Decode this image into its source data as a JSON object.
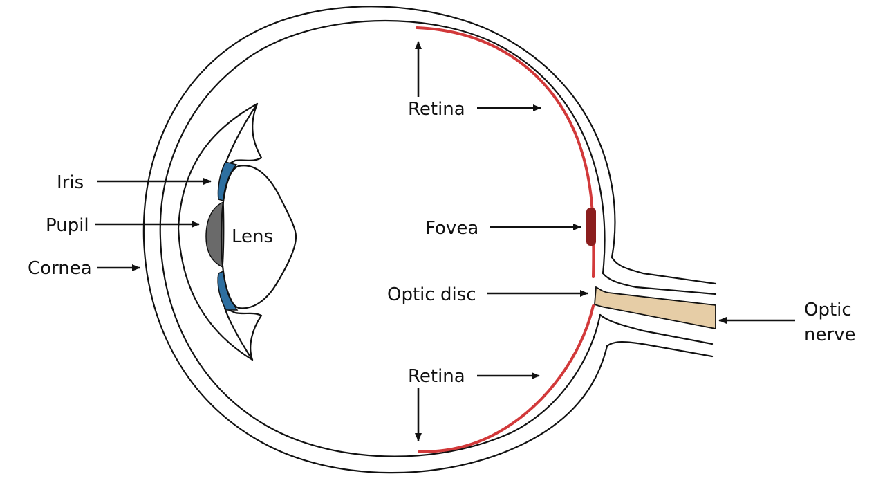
{
  "labels": {
    "retina_top": "Retina",
    "iris": "Iris",
    "pupil": "Pupil",
    "cornea": "Cornea",
    "lens": "Lens",
    "fovea": "Fovea",
    "optic_disc": "Optic disc",
    "optic_nerve_line1": "Optic",
    "optic_nerve_line2": "nerve",
    "retina_bottom": "Retina"
  },
  "colors": {
    "retina": "#d2393a",
    "fovea": "#8b1e1e",
    "iris": "#2e6fa0",
    "pupil": "#6a6a6a",
    "optic_nerve": "#e6cda6",
    "outline": "#111111"
  }
}
